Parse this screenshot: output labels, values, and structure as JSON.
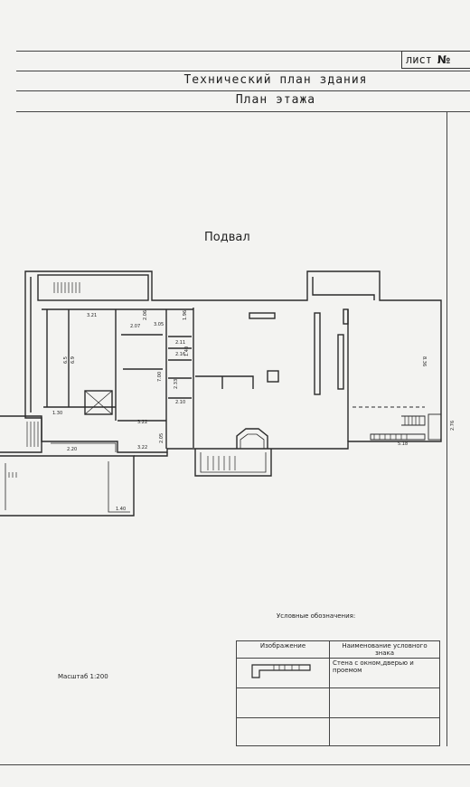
{
  "header": {
    "sheet_label": "лист",
    "sheet_number_label": "№",
    "title": "Технический план здания",
    "subtitle": "План этажа"
  },
  "floor": {
    "name": "Подвал"
  },
  "plan": {
    "dimensions": [
      "3.21",
      "2.07",
      "2.06",
      "3.05",
      "1.96",
      "2.11",
      "2.16",
      "1.40",
      "2.33",
      "7.00",
      "2.10",
      "1.30",
      "3.22",
      "3.22",
      "2.05",
      "2.20",
      "1.40",
      "8.36",
      "2.76",
      "5.18",
      "6.5",
      "6.9"
    ]
  },
  "scale": {
    "text": "Масштаб 1:200"
  },
  "legend": {
    "title": "Условные обозначения:",
    "col_image": "Изображение",
    "col_name": "Наименование условного знака",
    "rows": [
      {
        "name": "Стена с окном,дверью и проемом"
      }
    ]
  }
}
